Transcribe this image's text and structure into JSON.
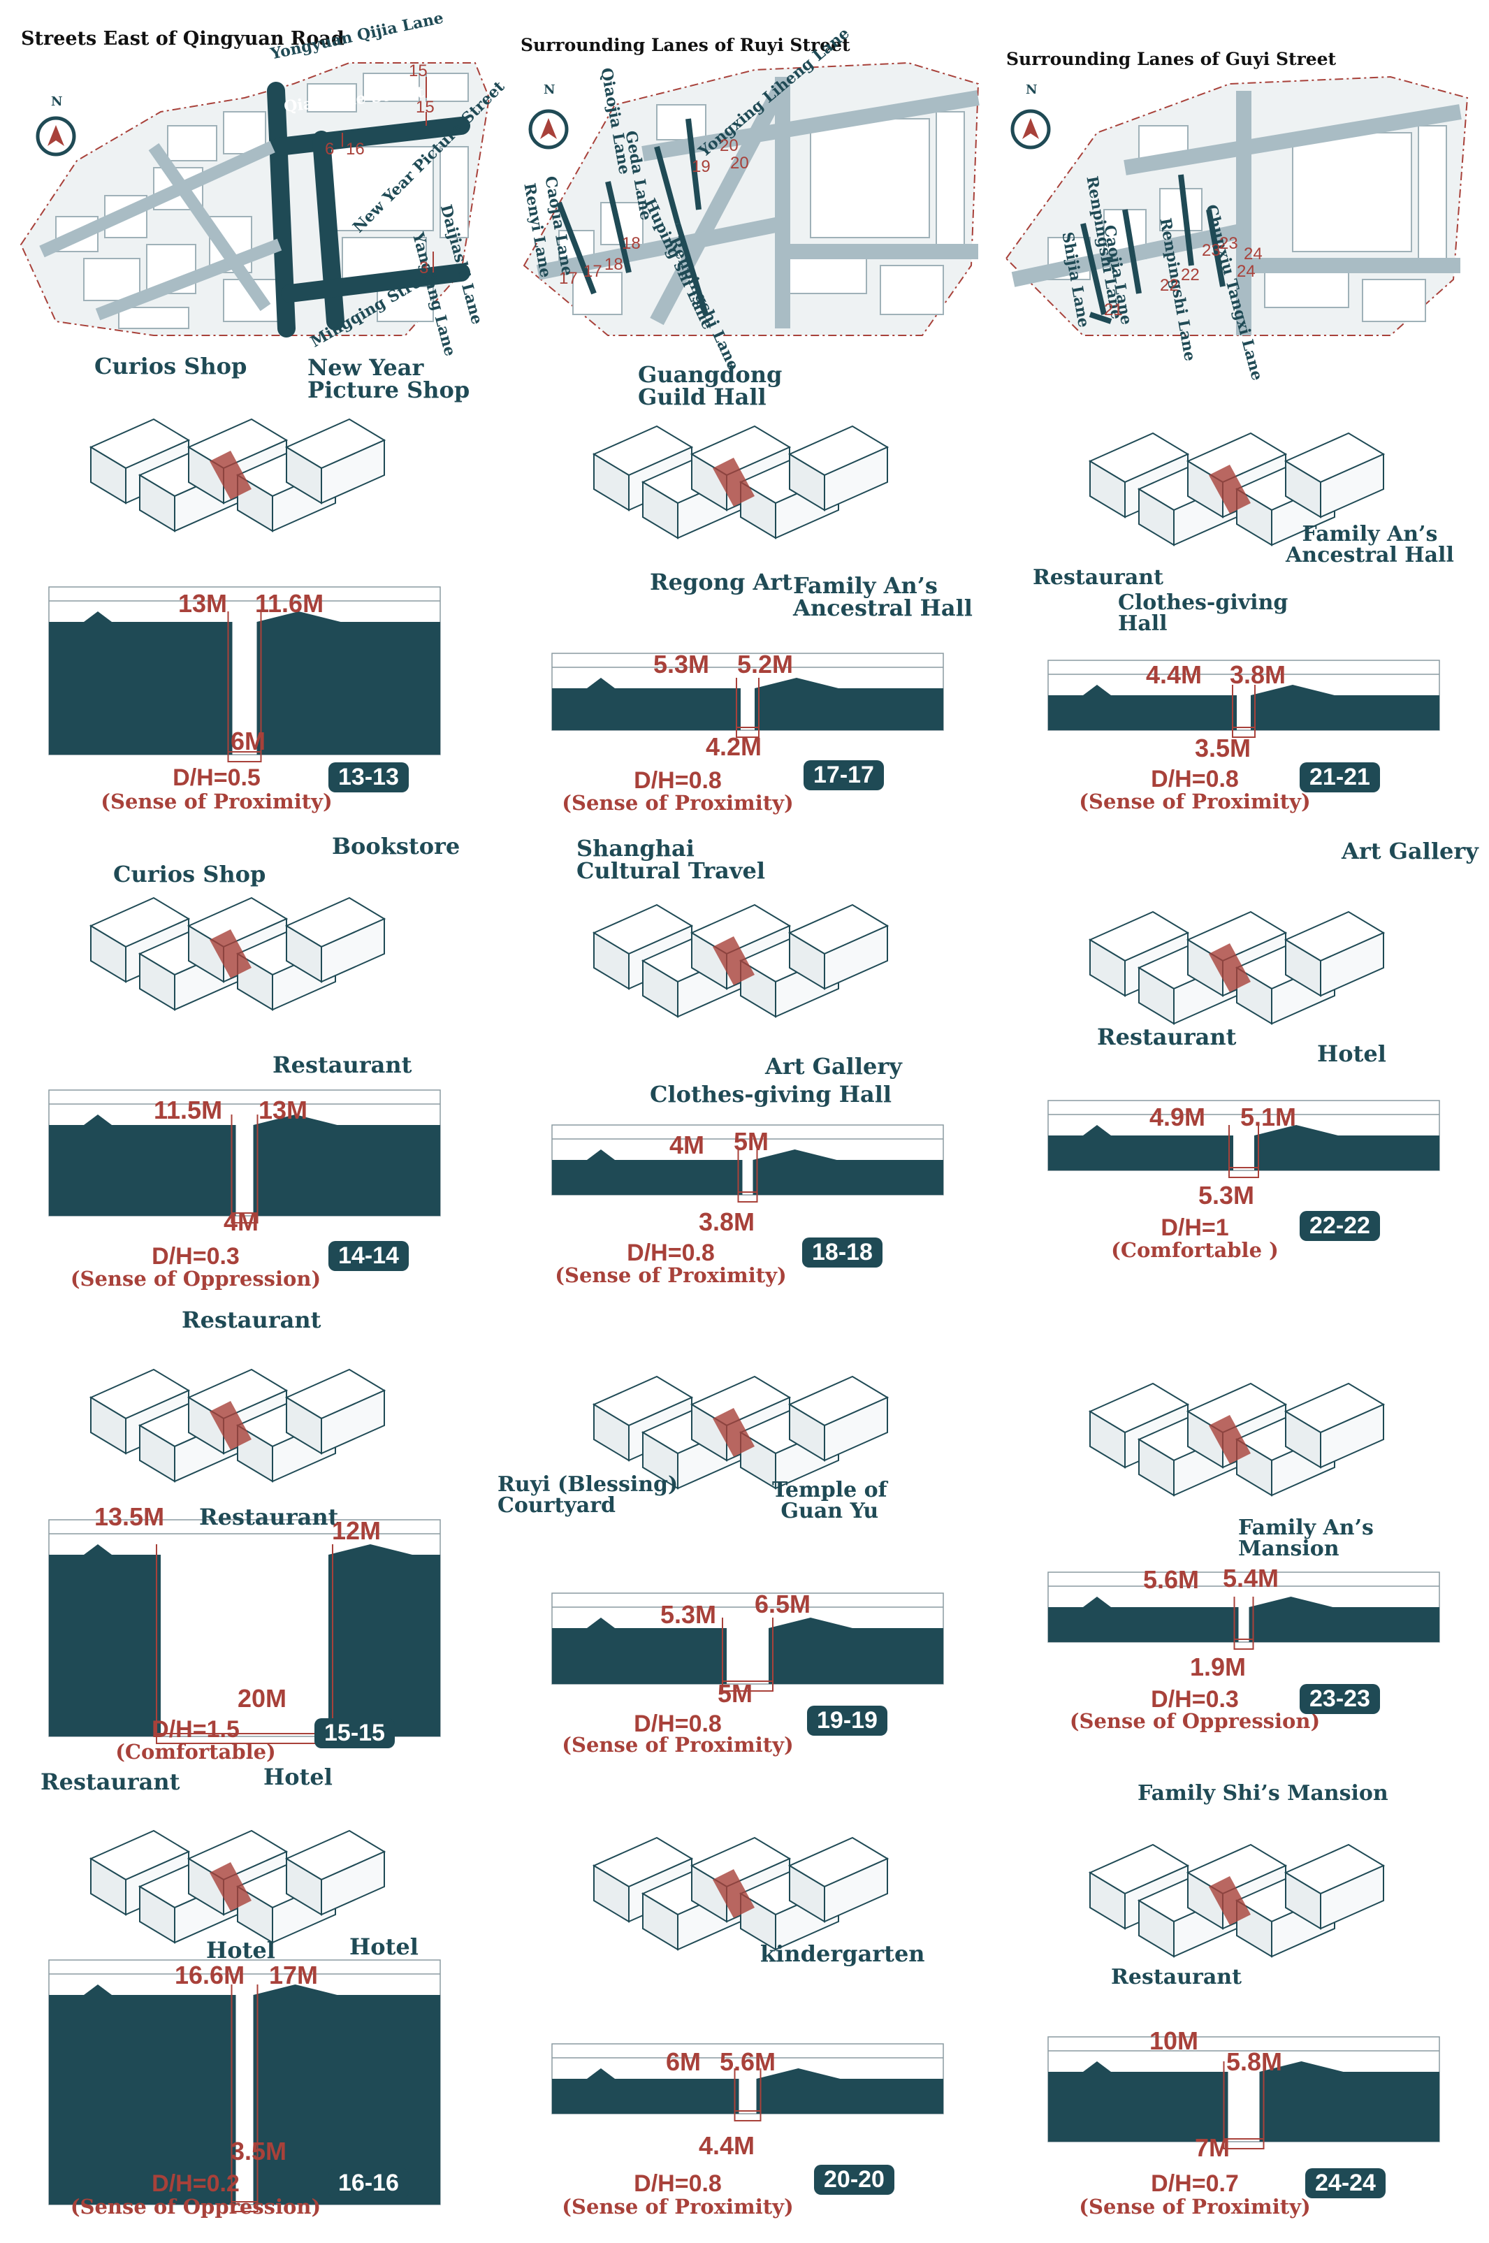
{
  "maps": [
    {
      "title": "Streets East of Qingyuan Road",
      "streets": [
        "Yongyuan Qijia Lane",
        "Qiandajie Street",
        "New Year Picture Street",
        "Daijiashi Lane",
        "Yangfang Lane",
        "Mingqing Street"
      ],
      "sections": [
        "15",
        "15",
        "6",
        "16",
        "3"
      ]
    },
    {
      "title": "Surrounding Lanes of Ruyi Street",
      "streets": [
        "Qiaojia Lane",
        "Geda Lane",
        "Yongxing Liheng Lane",
        "Caojia Lane",
        "Renyi Lane",
        "Huping shi Lane",
        "Renpingshi Lane"
      ],
      "sections": [
        "19",
        "20",
        "20",
        "17",
        "17",
        "18",
        "18"
      ]
    },
    {
      "title": "Surrounding Lanes of Guyi Street",
      "streets": [
        "Renpingshi Lane",
        "Caojia Lane",
        "Shijia Lane",
        "Renpingshi Lane",
        "Chunxiu Tangxi Lane"
      ],
      "sections": [
        "21",
        "22",
        "22",
        "23",
        "23",
        "24",
        "24"
      ]
    }
  ],
  "compass_label": "N",
  "panels": [
    {
      "id": "13-13",
      "labels": [
        "Curios Shop",
        "New Year\nPicture Shop"
      ],
      "dims": {
        "left_h": "13M",
        "right_h": "11.6M",
        "width": "6M"
      },
      "ratio": "D/H=0.5",
      "sense": "(Sense of Proximity)"
    },
    {
      "id": "17-17",
      "labels": [
        "Guangdong\nGuild Hall",
        "Regong Art",
        "Family An’s\nAncestral Hall"
      ],
      "dims": {
        "left_h": "5.3M",
        "right_h": "5.2M",
        "width": "4.2M"
      },
      "ratio": "D/H=0.8",
      "sense": "(Sense of Proximity)"
    },
    {
      "id": "21-21",
      "labels": [
        "Restaurant",
        "Clothes-giving\nHall",
        "Family An’s\nAncestral Hall"
      ],
      "dims": {
        "left_h": "4.4M",
        "right_h": "3.8M",
        "width": "3.5M"
      },
      "ratio": "D/H=0.8",
      "sense": "(Sense of Proximity)"
    },
    {
      "id": "14-14",
      "labels": [
        "Curios Shop",
        "Bookstore",
        "Restaurant"
      ],
      "dims": {
        "left_h": "11.5M",
        "right_h": "13M",
        "width": "4M"
      },
      "ratio": "D/H=0.3",
      "sense": "(Sense of Oppression)"
    },
    {
      "id": "18-18",
      "labels": [
        "Shanghai\nCultural Travel",
        "Art Gallery",
        "Clothes-giving Hall"
      ],
      "dims": {
        "left_h": "4M",
        "right_h": "5M",
        "width": "3.8M"
      },
      "ratio": "D/H=0.8",
      "sense": "(Sense of Proximity)"
    },
    {
      "id": "22-22",
      "labels": [
        "Art Gallery",
        "Restaurant",
        "Hotel"
      ],
      "dims": {
        "left_h": "4.9M",
        "right_h": "5.1M",
        "width": "5.3M"
      },
      "ratio": "D/H=1",
      "sense": "(Comfortable )"
    },
    {
      "id": "15-15",
      "labels": [
        "Restaurant",
        "Restaurant"
      ],
      "dims": {
        "left_h": "13.5M",
        "right_h": "12M",
        "width": "20M"
      },
      "ratio": "D/H=1.5",
      "sense": "(Comfortable)"
    },
    {
      "id": "19-19",
      "labels": [
        "Ruyi (Blessing)\nCourtyard",
        "Temple of\nGuan Yu"
      ],
      "dims": {
        "left_h": "5.3M",
        "right_h": "6.5M",
        "width": "5M"
      },
      "ratio": "D/H=0.8",
      "sense": "(Sense of Proximity)"
    },
    {
      "id": "23-23",
      "labels": [
        "Family An’s\nMansion"
      ],
      "dims": {
        "left_h": "5.6M",
        "right_h": "5.4M",
        "width": "1.9M"
      },
      "ratio": "D/H=0.3",
      "sense": "(Sense of Oppression)"
    },
    {
      "id": "16-16",
      "labels": [
        "Restaurant",
        "Hotel",
        "Hotel",
        "Hotel"
      ],
      "dims": {
        "left_h": "16.6M",
        "right_h": "17M",
        "width": "3.5M"
      },
      "ratio": "D/H=0.2",
      "sense": "(Sense of Oppression)"
    },
    {
      "id": "20-20",
      "labels": [
        "kindergarten"
      ],
      "dims": {
        "left_h": "6M",
        "right_h": "5.6M",
        "width": "4.4M"
      },
      "ratio": "D/H=0.8",
      "sense": "(Sense of Proximity)"
    },
    {
      "id": "24-24",
      "labels": [
        "Family Shi’s Mansion",
        "Restaurant"
      ],
      "dims": {
        "left_h": "10M",
        "right_h": "5.8M",
        "width": "7M"
      },
      "ratio": "D/H=0.7",
      "sense": "(Sense of Proximity)"
    }
  ],
  "colors": {
    "dark_teal": "#1f4a55",
    "accent_red": "#a8413a",
    "block_fill": "#ffffff",
    "street_gray": "#a9bcc4"
  }
}
